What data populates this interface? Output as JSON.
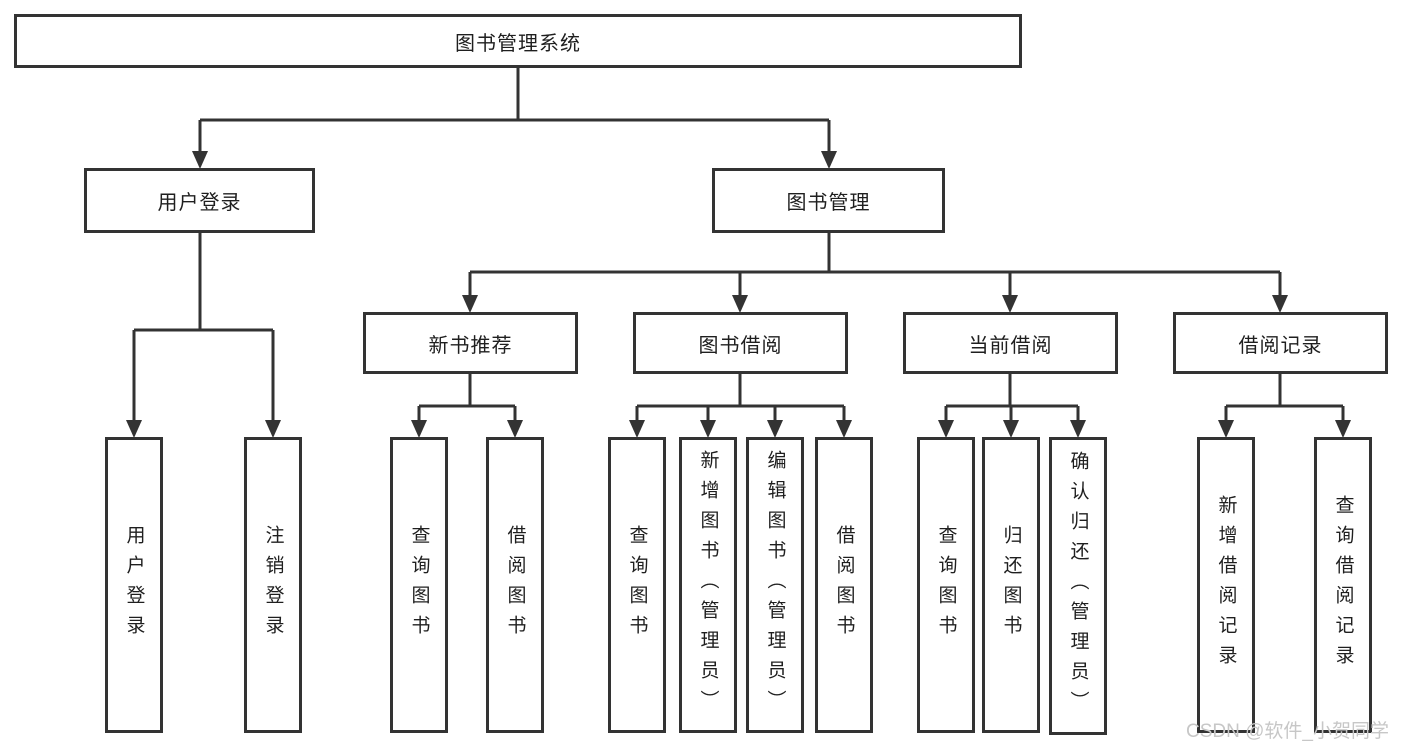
{
  "tree": {
    "root": {
      "label": "图书管理系统",
      "children": [
        {
          "label": "用户登录",
          "children": [
            {
              "label": "用户登录"
            },
            {
              "label": "注销登录"
            }
          ]
        },
        {
          "label": "图书管理",
          "children": [
            {
              "label": "新书推荐",
              "children": [
                {
                  "label": "查询图书"
                },
                {
                  "label": "借阅图书"
                }
              ]
            },
            {
              "label": "图书借阅",
              "children": [
                {
                  "label": "查询图书"
                },
                {
                  "label": "新增图书（管理员）"
                },
                {
                  "label": "编辑图书（管理员）"
                },
                {
                  "label": "借阅图书"
                }
              ]
            },
            {
              "label": "当前借阅",
              "children": [
                {
                  "label": "查询图书"
                },
                {
                  "label": "归还图书"
                },
                {
                  "label": "确认归还（管理员）"
                }
              ]
            },
            {
              "label": "借阅记录",
              "children": [
                {
                  "label": "新增借阅记录"
                },
                {
                  "label": "查询借阅记录"
                }
              ]
            }
          ]
        }
      ]
    }
  },
  "colors": {
    "line": "#333333",
    "text": "#1f1f1f",
    "background": "#ffffff",
    "watermark": "#c7c7c7"
  },
  "watermark": {
    "text": "CSDN @软件_小贺同学"
  }
}
